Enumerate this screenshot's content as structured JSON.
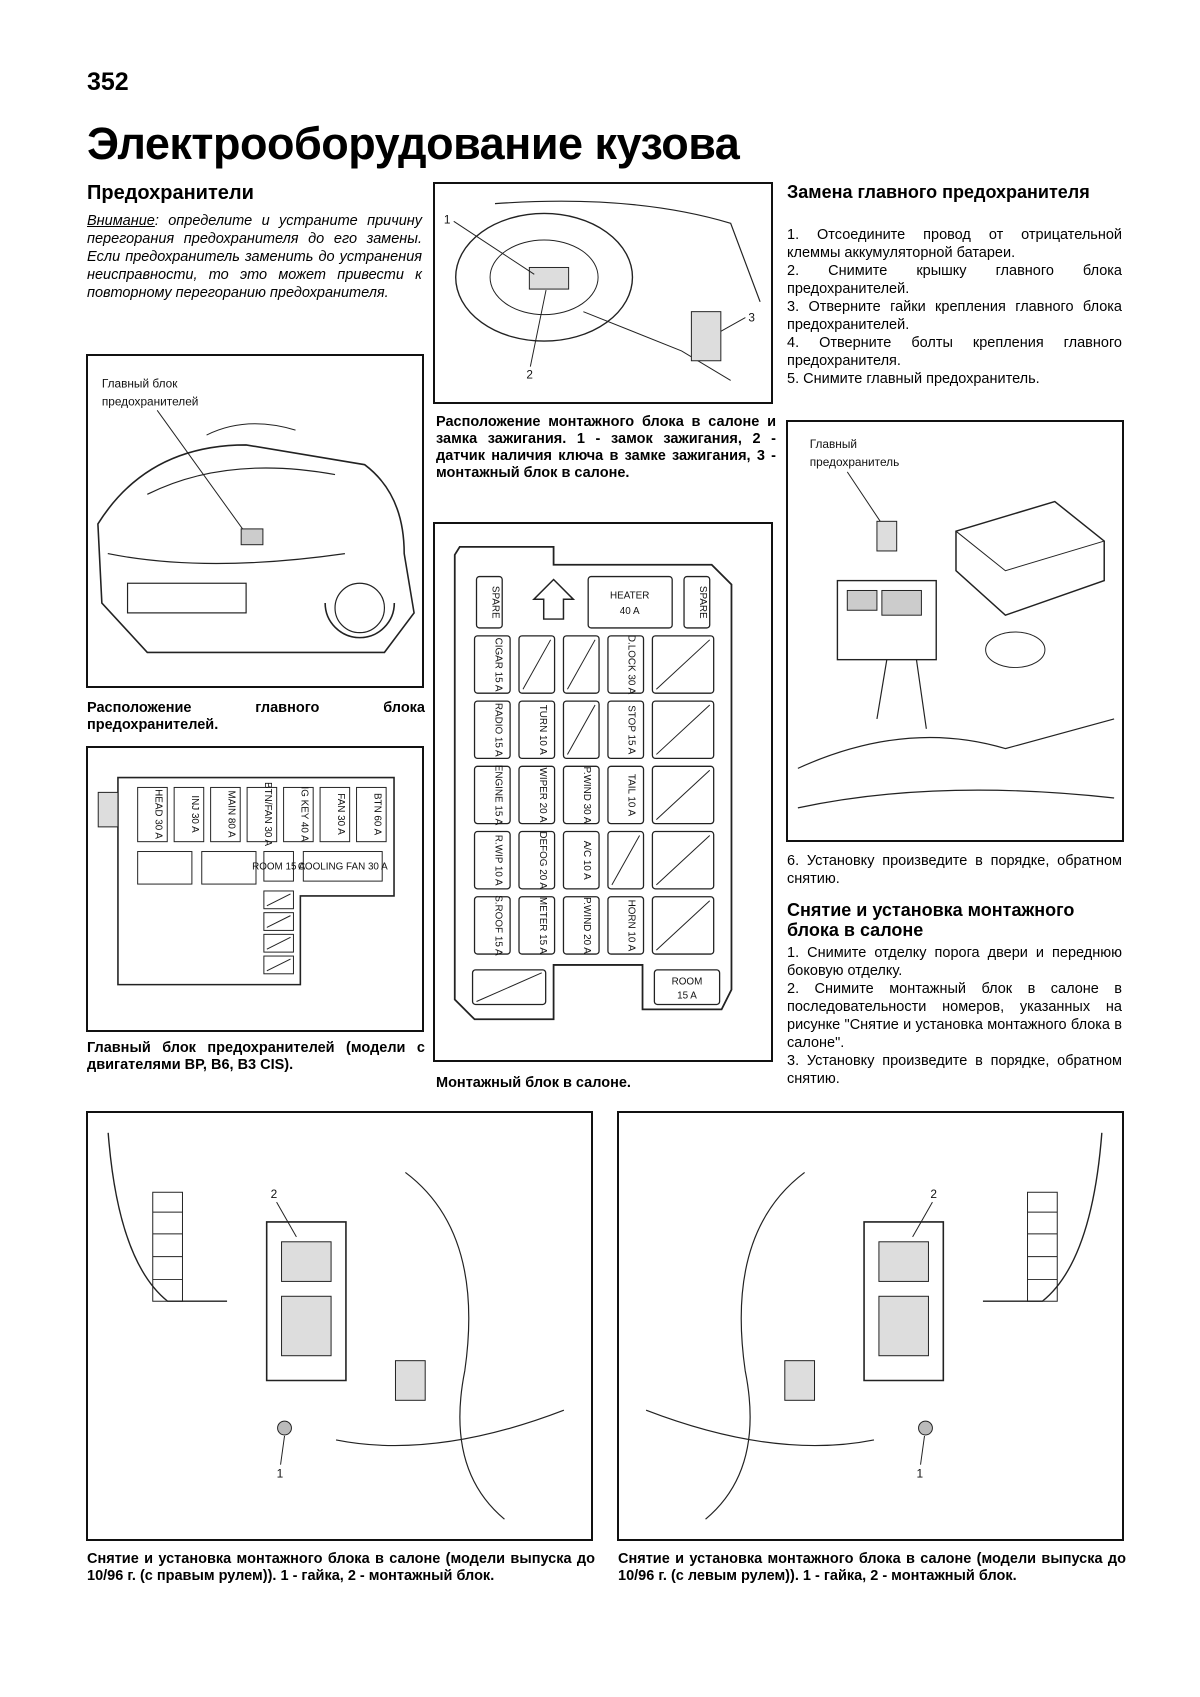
{
  "page_number": "352",
  "title": "Электрооборудование кузова",
  "col1": {
    "heading": "Предохранители",
    "warning_label": "Внимание",
    "warning_text": ": определите и устраните причину перегорания предохранителя до его замены. Если предохранитель заменить до устранения неисправности, то это может привести к повторному перегоранию предохранителя.",
    "fig1_label_line1": "Главный блок",
    "fig1_label_line2": "предохранителей",
    "fig1_caption": "Расположение главного блока предохранителей.",
    "fig2_caption": "Главный блок предохранителей (модели с двигателями BP, B6, B3 CIS)."
  },
  "col2": {
    "fig3_callouts": [
      "1",
      "2",
      "3"
    ],
    "fig3_caption": "Расположение монтажного блока в салоне и замка зажигания. 1 - замок зажигания, 2 - датчик наличия ключа в замке зажигания, 3 - монтажный блок в салоне.",
    "fig4_caption": "Монтажный блок в салоне.",
    "fusebox": {
      "spare_left": "SPARE",
      "spare_right": "SPARE",
      "heater": "HEATER",
      "heater_amp": "40 A",
      "room": "ROOM",
      "room_amp": "15 A",
      "r1": [
        "CIGAR 15 A",
        "",
        "",
        "D.LOCK 30 A",
        ""
      ],
      "r2": [
        "RADIO 15 A",
        "TURN 10 A",
        "",
        "STOP 15 A",
        ""
      ],
      "r3": [
        "ENGINE 15 A",
        "WIPER 20 A",
        "P.WIND 30 A",
        "TAIL 10 A",
        ""
      ],
      "r4": [
        "R.WIP 10 A",
        "DEFOG 20 A",
        "A/C 10 A",
        "",
        ""
      ],
      "r5": [
        "S.ROOF 15 A",
        "METER 15 A",
        "P.WIND 20 A",
        "HORN 10 A",
        ""
      ]
    },
    "main_fuses": [
      "HEAD 30 A",
      "INJ 30 A",
      "MAIN 80 A",
      "BTN/FAN 30 A",
      "IG KEY 40 A",
      "FAN 30 A",
      "BTN 60 A"
    ],
    "main_fuses_small": [
      "ROOM 15 A",
      "COOLING FAN 30 A"
    ]
  },
  "col3": {
    "heading1": "Замена главного предохранителя",
    "steps1": [
      "1. Отсоедините провод от отрицательной клеммы аккумуляторной батареи.",
      "2. Снимите крышку главного блока предохранителей.",
      "3. Отверните гайки крепления главного блока предохранителей.",
      "4. Отверните болты крепления главного предохранителя.",
      "5. Снимите главный предохранитель."
    ],
    "fig5_label_line1": "Главный",
    "fig5_label_line2": "предохранитель",
    "step6": "6. Установку произведите в порядке, обратном снятию.",
    "heading2": "Снятие и установка монтажного блока в салоне",
    "steps2": [
      "1. Снимите отделку порога двери и переднюю боковую отделку.",
      "2. Снимите монтажный блок в салоне в последовательности номеров, указанных на рисунке \"Снятие и установка монтажного блока в салоне\".",
      "3. Установку произведите в порядке, обратном снятию."
    ]
  },
  "bottom": {
    "left_callouts": [
      "2",
      "1"
    ],
    "left_caption": "Снятие и установка монтажного блока в салоне (модели выпуска до 10/96 г. (с правым рулем)). 1 - гайка, 2 - монтажный блок.",
    "right_callouts": [
      "2",
      "1"
    ],
    "right_caption": "Снятие и установка монтажного блока в салоне (модели выпуска до 10/96 г. (с левым рулем)). 1 - гайка, 2 - монтажный блок."
  }
}
